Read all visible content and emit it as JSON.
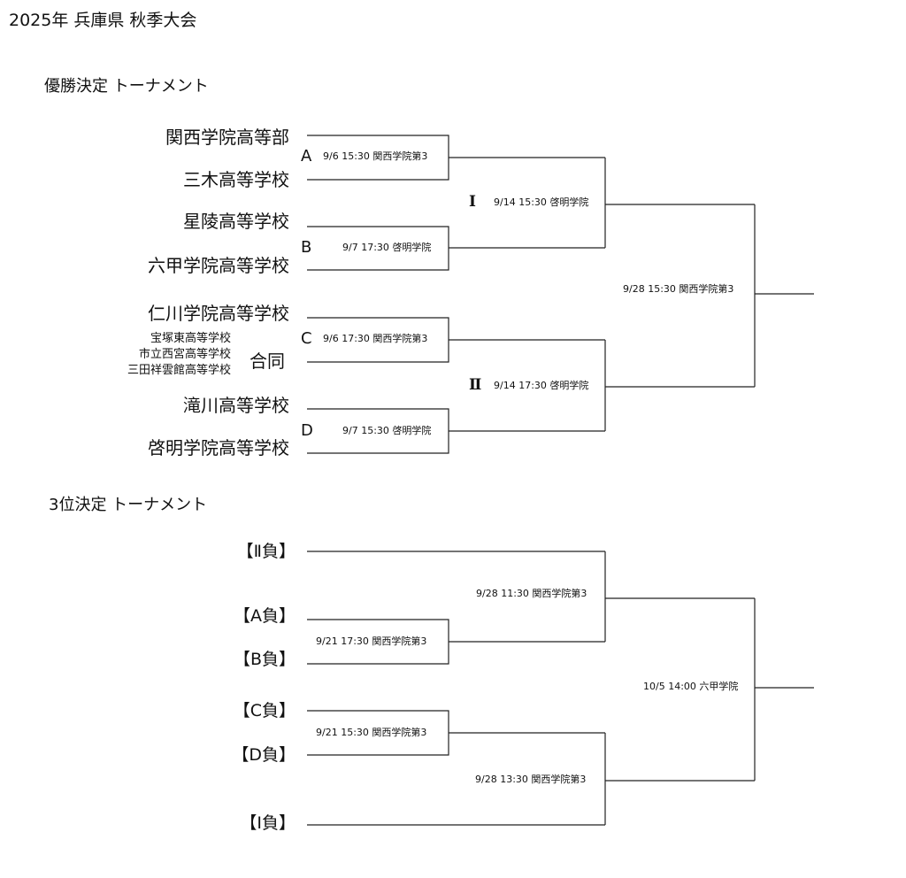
{
  "title": "2025年  兵庫県  秋季大会",
  "championship": {
    "heading": "優勝決定  トーナメント",
    "teams": [
      "関西学院高等部",
      "三木高等学校",
      "星陵高等学校",
      "六甲学院高等学校",
      "仁川学院高等学校",
      "滝川高等学校",
      "啓明学院高等学校"
    ],
    "joint_team": {
      "members": [
        "宝塚東高等学校",
        "市立西宮高等学校",
        "三田祥雲館高等学校"
      ],
      "label": "合同"
    },
    "round1": [
      {
        "id": "A",
        "info": "9/6 15:30 関西学院第3"
      },
      {
        "id": "B",
        "info": "9/7 17:30 啓明学院"
      },
      {
        "id": "C",
        "info": "9/6 17:30 関西学院第3"
      },
      {
        "id": "D",
        "info": "9/7 15:30 啓明学院"
      }
    ],
    "semifinals": [
      {
        "id": "Ⅰ",
        "info": "9/14 15:30 啓明学院"
      },
      {
        "id": "Ⅱ",
        "info": "9/14 17:30 啓明学院"
      }
    ],
    "final": {
      "info": "9/28 15:30 関西学院第3"
    }
  },
  "third_place": {
    "heading": "3位決定  トーナメント",
    "entries": [
      "【Ⅱ負】",
      "【A負】",
      "【B負】",
      "【C負】",
      "【D負】",
      "【Ⅰ負】"
    ],
    "matches": [
      {
        "info": "9/21 17:30 関西学院第3"
      },
      {
        "info": "9/21 15:30 関西学院第3"
      },
      {
        "info": "9/28 11:30 関西学院第3"
      },
      {
        "info": "9/28 13:30 関西学院第3"
      }
    ],
    "final": {
      "info": "10/5 14:00 六甲学院"
    }
  }
}
